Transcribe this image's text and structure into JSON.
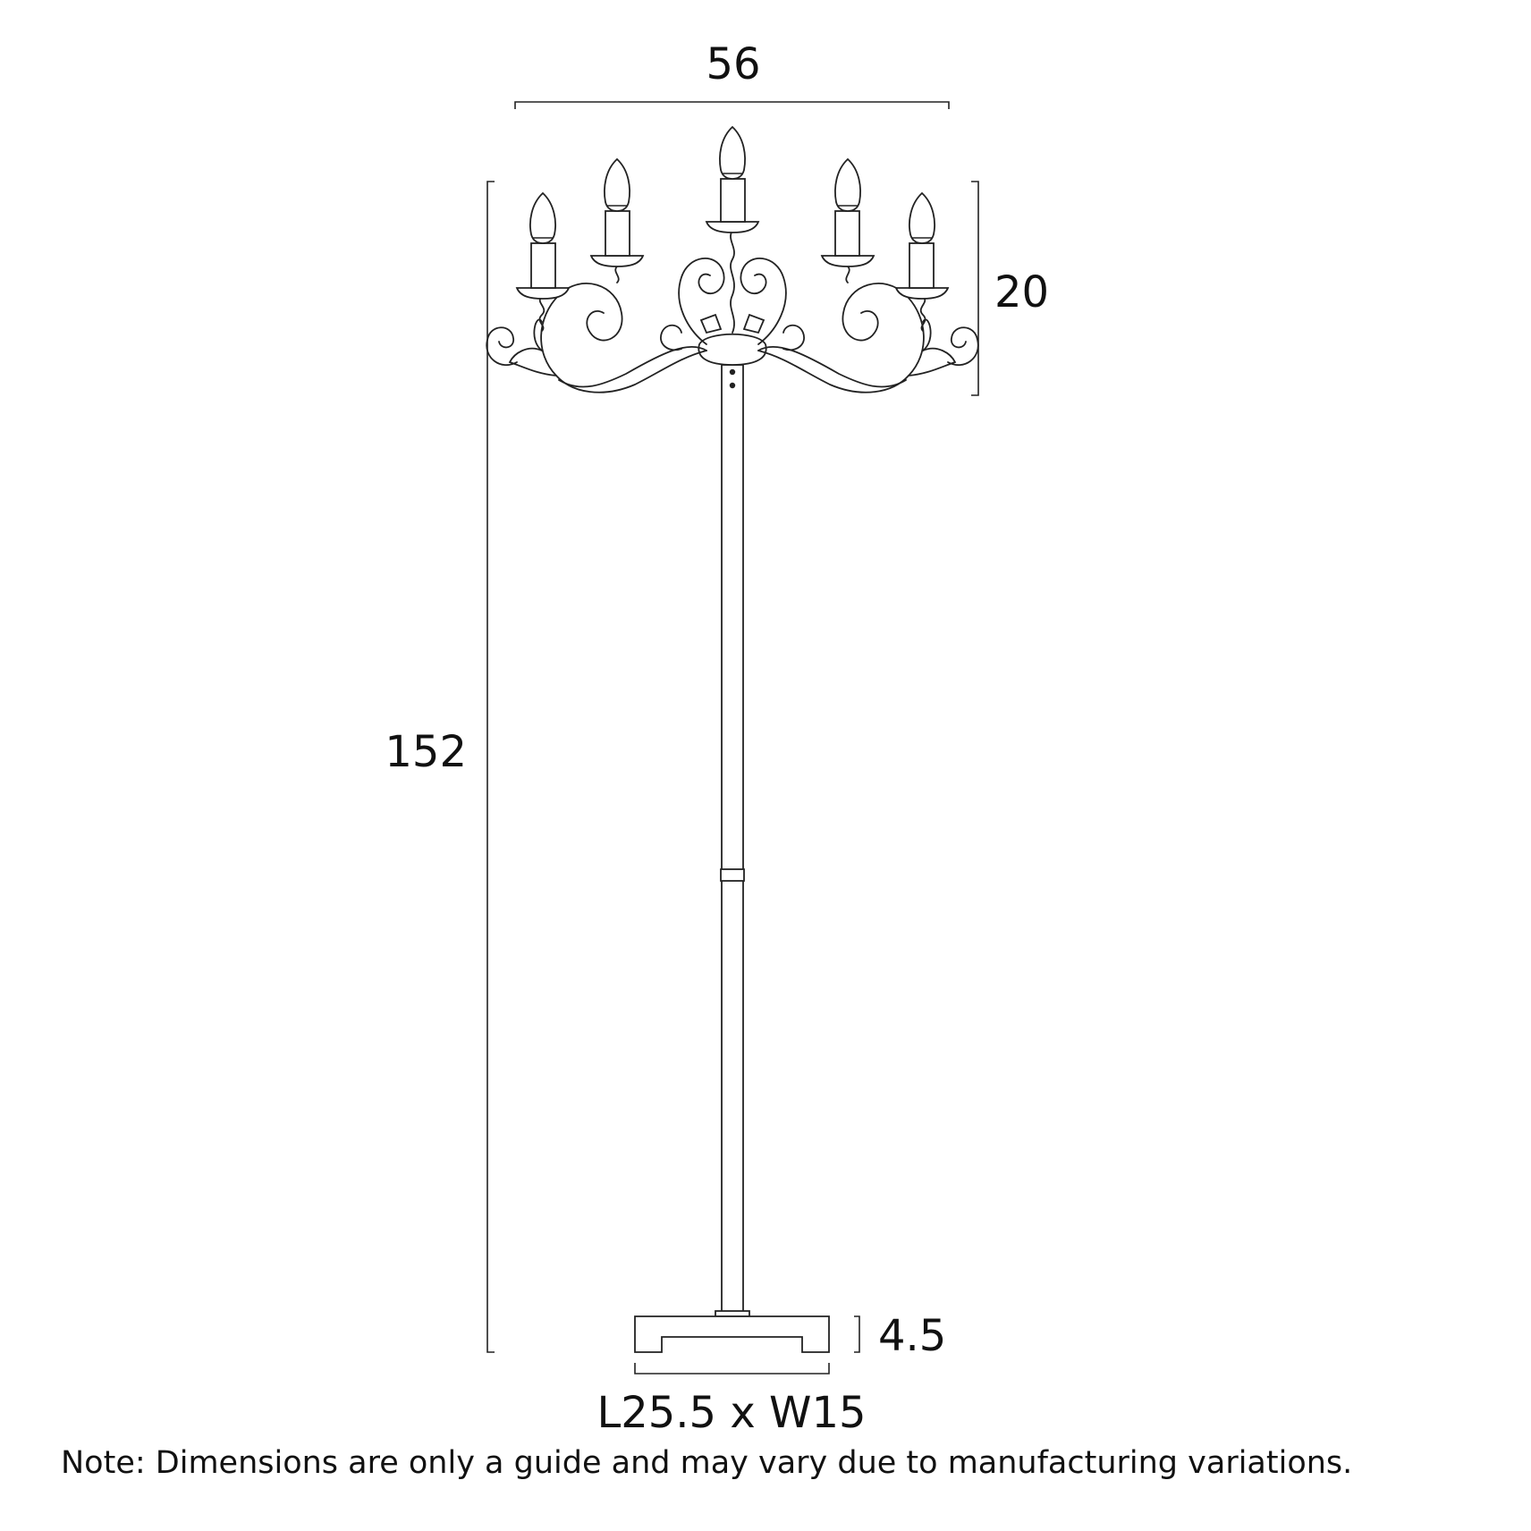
{
  "dimensions": {
    "width": "56",
    "arm_height": "20",
    "total_height": "152",
    "base_height": "4.5",
    "base_footprint": "L25.5 x W15"
  },
  "note": "Note: Dimensions are only a guide and may vary due to manufacturing variations."
}
